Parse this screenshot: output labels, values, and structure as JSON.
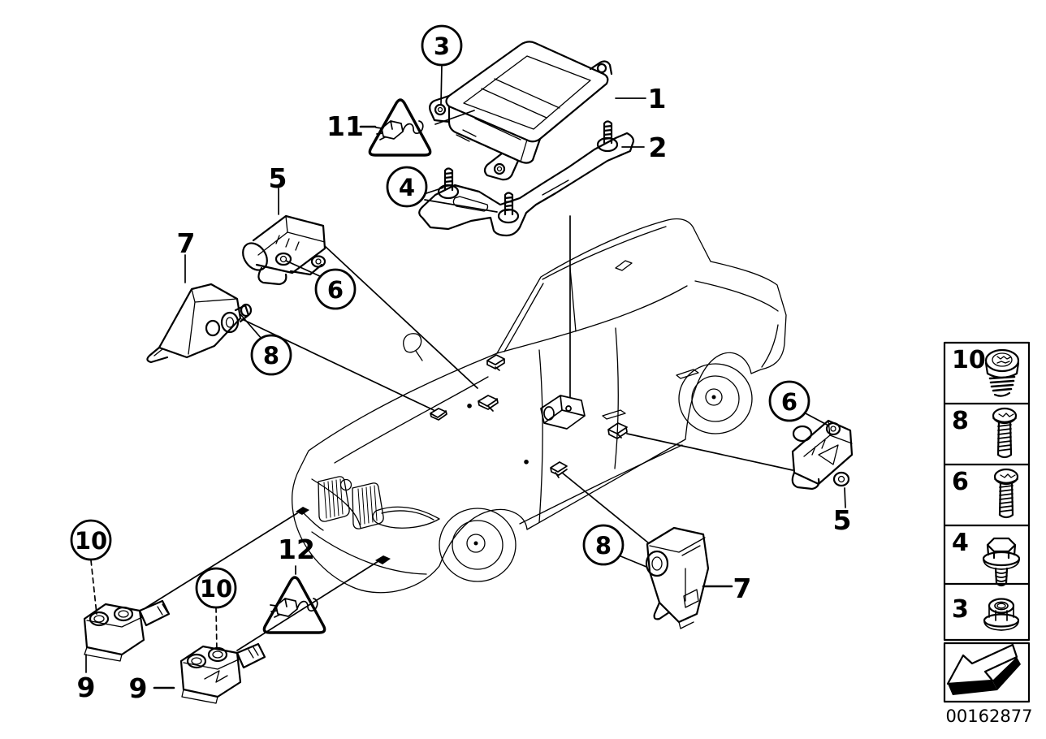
{
  "callouts": {
    "plain": [
      {
        "label": "1"
      },
      {
        "label": "2"
      },
      {
        "label": "5"
      },
      {
        "label": "7"
      },
      {
        "label": "11"
      },
      {
        "label": "12"
      },
      {
        "label": "9"
      },
      {
        "label": "9"
      },
      {
        "label": "5"
      },
      {
        "label": "7"
      }
    ],
    "circled": [
      {
        "label": "3"
      },
      {
        "label": "4"
      },
      {
        "label": "6"
      },
      {
        "label": "8"
      },
      {
        "label": "10"
      },
      {
        "label": "10"
      },
      {
        "label": "6"
      },
      {
        "label": "8"
      }
    ]
  },
  "warning_triangles": [
    {
      "callout": "11",
      "icon": "airbag-connector-warning-icon"
    },
    {
      "callout": "12",
      "icon": "airbag-connector-warning-icon"
    }
  ],
  "legend": {
    "rows": [
      {
        "label": "10",
        "icon": "torx-round-screw-icon"
      },
      {
        "label": "8",
        "icon": "torx-pan-screw-icon"
      },
      {
        "label": "6",
        "icon": "torx-pan-screw-icon"
      },
      {
        "label": "4",
        "icon": "hex-flange-bolt-icon"
      },
      {
        "label": "3",
        "icon": "hex-flange-nut-icon"
      }
    ],
    "direction_arrow_icon": "travel-direction-arrow-icon"
  },
  "footer": {
    "image_number": "00162877"
  }
}
